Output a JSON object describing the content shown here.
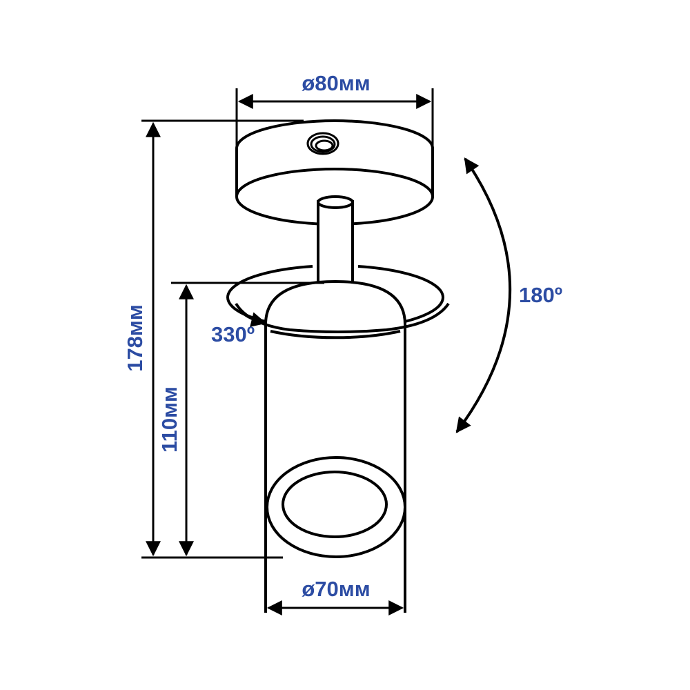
{
  "labels": {
    "canopy_diameter": "ø80мм",
    "total_height": "178мм",
    "body_height": "110мм",
    "body_diameter": "ø70мм",
    "tilt_angle": "180º",
    "rotation_angle": "330º"
  },
  "colors": {
    "label": "#2c4ca3",
    "line": "#000000"
  }
}
